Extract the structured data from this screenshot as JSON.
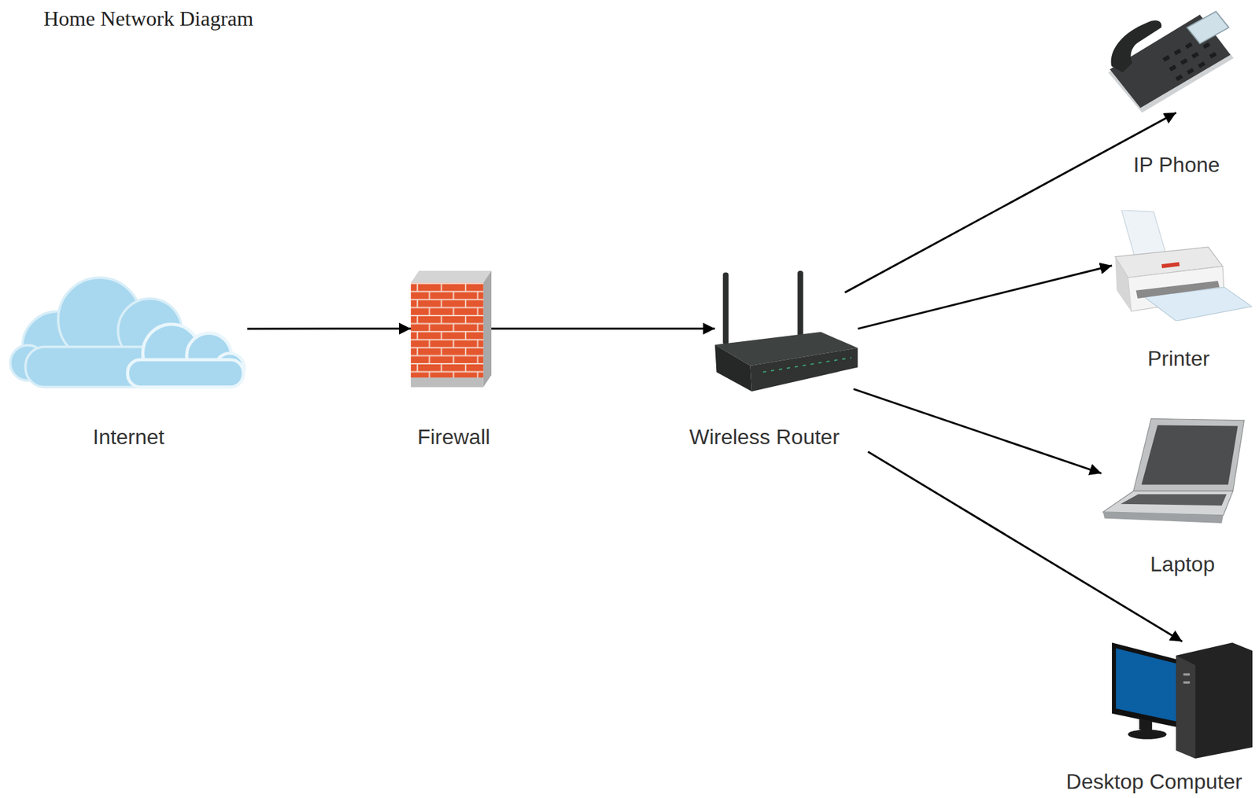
{
  "diagram": {
    "title": "Home Network Diagram",
    "nodes": [
      {
        "text": [
          "Internet"
        ]
      },
      {
        "text": [
          "Firewall"
        ]
      },
      {
        "text": [
          "Wireless Router"
        ]
      },
      {
        "text": [
          "IP Phone"
        ]
      },
      {
        "text": [
          "Printer"
        ]
      },
      {
        "text": [
          "Laptop"
        ]
      },
      {
        "text": [
          "Desktop Computer"
        ]
      }
    ],
    "edges": [
      {
        "from": 0,
        "to": 1,
        "arrow": "to"
      },
      {
        "from": 1,
        "to": 2,
        "arrow": "to"
      },
      {
        "from": 2,
        "to": 3,
        "arrow": "to"
      },
      {
        "from": 2,
        "to": 4,
        "arrow": "to"
      },
      {
        "from": 2,
        "to": 5,
        "arrow": "to"
      },
      {
        "from": 2,
        "to": 6,
        "arrow": "to"
      }
    ]
  }
}
